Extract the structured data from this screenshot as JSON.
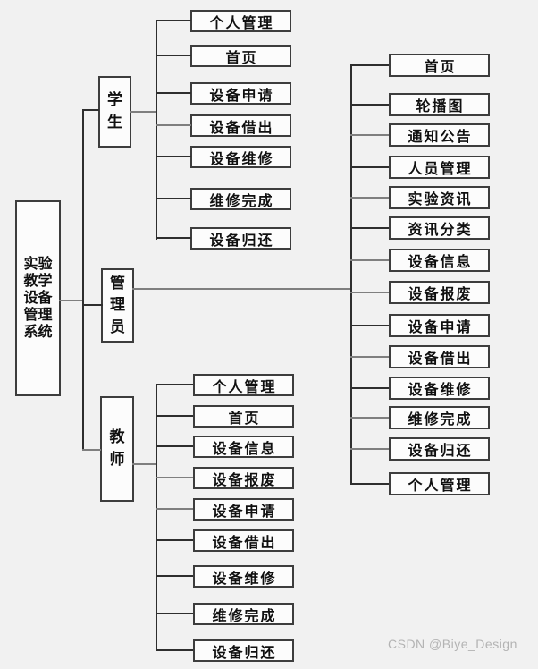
{
  "diagram": {
    "title": "实验教学设备管理系统",
    "watermark": "CSDN @Biye_Design",
    "colors": {
      "background": "#f1f1f1",
      "box_fill": "#fcfcfc",
      "box_border": "#3d3d3d",
      "line_dark": "#2e2e2e",
      "line_gray": "#7f7f7f",
      "text": "#101010",
      "watermark_text": "#b3b3b3"
    },
    "roles": {
      "student": {
        "label": "学生",
        "items": [
          "个人管理",
          "首页",
          "设备申请",
          "设备借出",
          "设备维修",
          "维修完成",
          "设备归还"
        ]
      },
      "admin": {
        "label": "管理员",
        "items": [
          "首页",
          "轮播图",
          "通知公告",
          "人员管理",
          "实验资讯",
          "资讯分类",
          "设备信息",
          "设备报废",
          "设备申请",
          "设备借出",
          "设备维修",
          "维修完成",
          "设备归还",
          "个人管理"
        ]
      },
      "teacher": {
        "label": "教师",
        "items": [
          "个人管理",
          "首页",
          "设备信息",
          "设备报废",
          "设备申请",
          "设备借出",
          "设备维修",
          "维修完成",
          "设备归还"
        ]
      }
    }
  }
}
